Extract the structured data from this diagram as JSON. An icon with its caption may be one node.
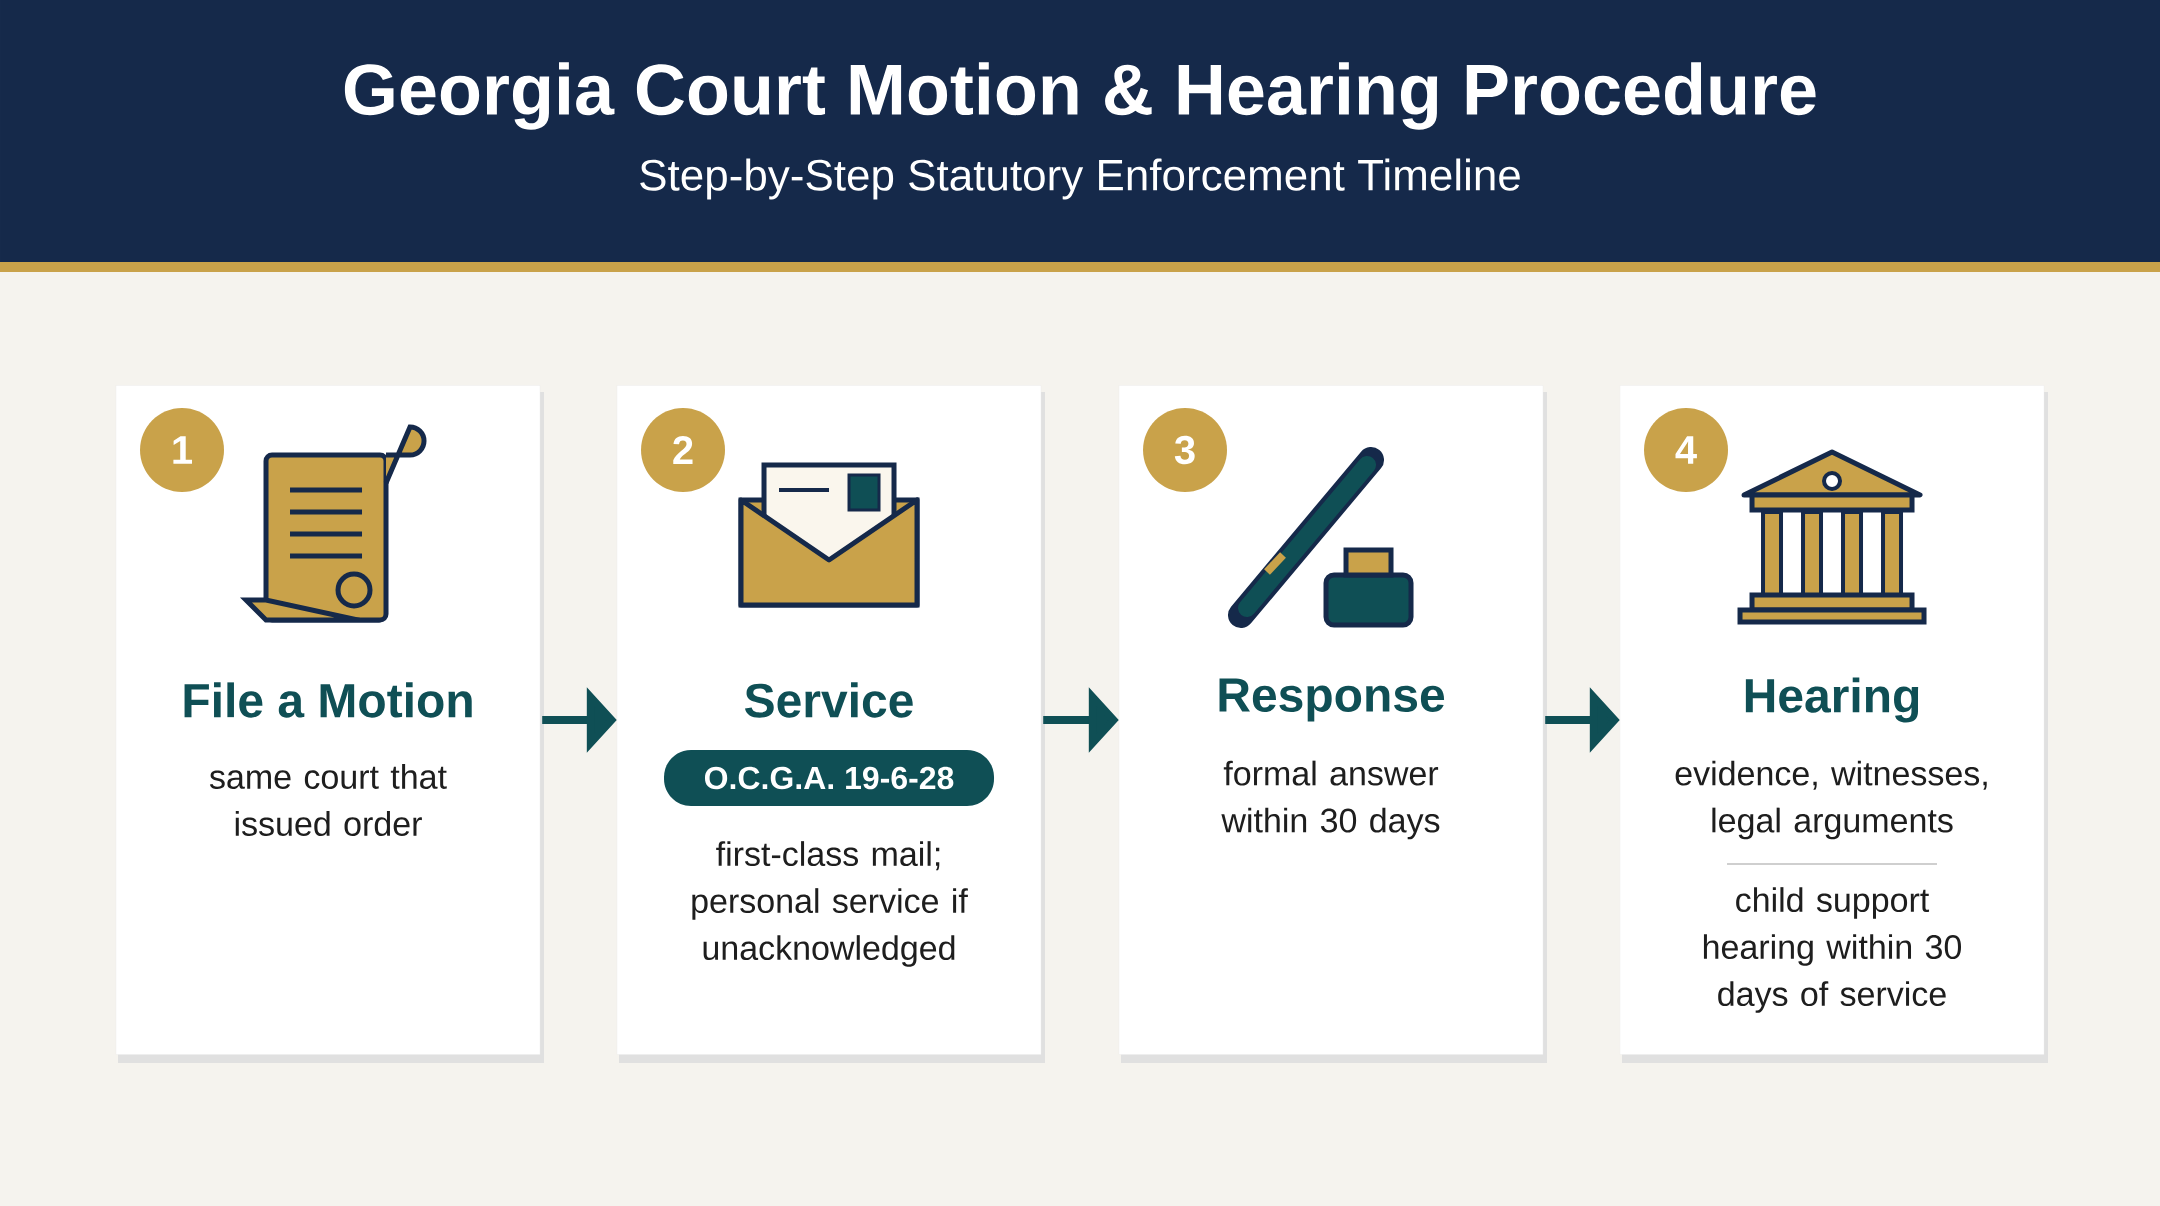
{
  "diagram": {
    "title": "Georgia Court Motion & Hearing Procedure",
    "nodes": [
      {
        "text": [
          "File a Motion",
          "same court that issued order"
        ]
      },
      {
        "text": [
          "1"
        ],
        "in": 0
      },
      {
        "text": [
          "Service",
          "first-class mail; personal service if unacknowledged"
        ]
      },
      {
        "text": [
          "2"
        ],
        "in": 2
      },
      {
        "text": [
          "O.C.G.A. 19-6-28"
        ],
        "in": 2
      },
      {
        "text": [
          "Response",
          "formal answer within 30 days"
        ]
      },
      {
        "text": [
          "3"
        ],
        "in": 5
      },
      {
        "text": [
          "Hearing",
          "evidence, witnesses, legal arguments",
          "child support hearing within 30 days of service"
        ]
      },
      {
        "text": [
          "4"
        ],
        "in": 7
      }
    ],
    "edges": [
      {
        "from": 0,
        "to": 2,
        "arrow": "to"
      },
      {
        "from": 2,
        "to": 5,
        "arrow": "to"
      },
      {
        "from": 5,
        "to": 7,
        "arrow": "to"
      }
    ],
    "labels": [
      "Step-by-Step Statutory Enforcement Timeline"
    ]
  }
}
